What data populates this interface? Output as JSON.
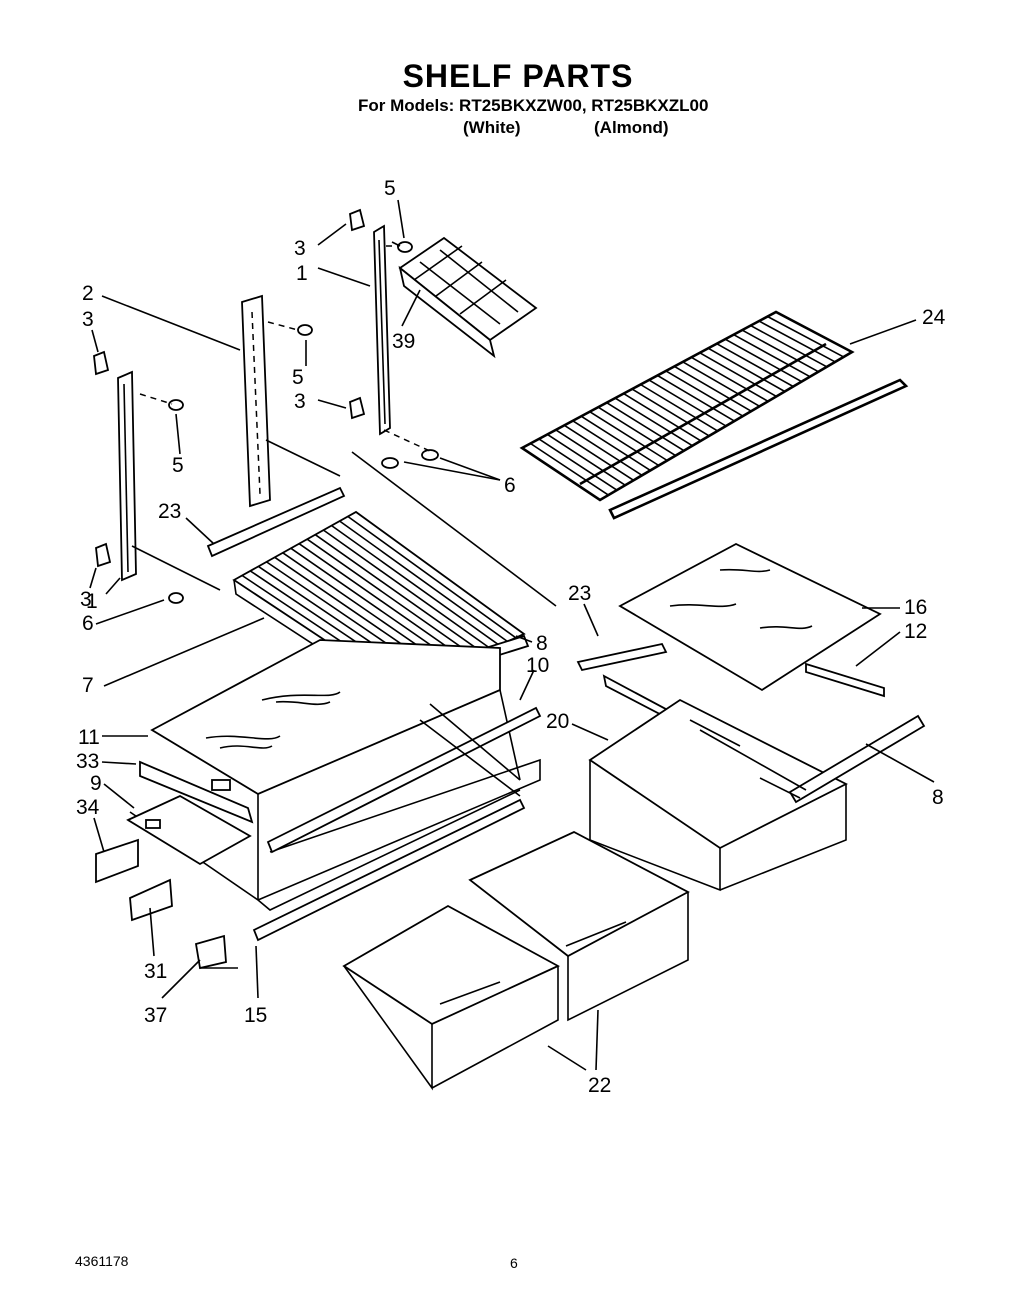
{
  "header": {
    "title": "SHELF PARTS",
    "models_line": "For Models: RT25BKXZW00, RT25BKXZL00",
    "color_1": "(White)",
    "color_2": "(Almond)"
  },
  "callouts": {
    "c5_top": "5",
    "c3_top": "3",
    "c1_top": "1",
    "c39": "39",
    "c24": "24",
    "c2": "2",
    "c3_left": "3",
    "c5_mid": "5",
    "c3_mid": "3",
    "c5_left": "5",
    "c6_right": "6",
    "c23_left": "23",
    "c3_low": "3",
    "c1_low": "1",
    "c6_low": "6",
    "c7": "7",
    "c8_mid": "8",
    "c10": "10",
    "c23_right": "23",
    "c16": "16",
    "c12": "12",
    "c11": "11",
    "c33": "33",
    "c9": "9",
    "c34": "34",
    "c20": "20",
    "c8_right": "8",
    "c31": "31",
    "c37": "37",
    "c15": "15",
    "c22": "22"
  },
  "footer": {
    "part_number": "4361178",
    "page_number": "6"
  }
}
